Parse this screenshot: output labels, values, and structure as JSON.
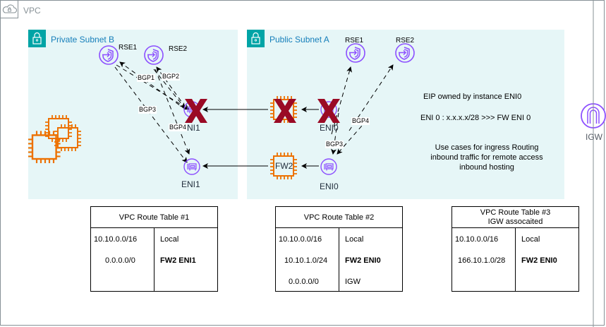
{
  "vpc": {
    "label": "VPC",
    "icon": "cloud-lock-icon"
  },
  "subnets": {
    "private_b": {
      "label": "Private Subnet B",
      "icon": "lock-icon"
    },
    "public_a": {
      "label": "Public Subnet A",
      "icon": "lock-icon"
    }
  },
  "nodes": {
    "private_rse1": "RSE1",
    "private_rse2": "RSE2",
    "private_eni1_failed": "ENI1",
    "private_eni1": "ENI1",
    "public_rse1": "RSE1",
    "public_rse2": "RSE2",
    "public_eni0_failed": "ENI0",
    "public_eni0": "ENI0",
    "fw2": "FW2",
    "igw": "IGW"
  },
  "bgp_labels": {
    "private_bgp1": "BGP1",
    "private_bgp2": "BGP2",
    "private_bgp3": "BGP3",
    "private_bgp4": "BGP4",
    "public_bgp3": "BGP3",
    "public_bgp4": "BGP4"
  },
  "notes": {
    "eip": "EIP  owned by instance ENI0",
    "eni0": "ENI 0 : x.x.x.x/28  >>> FW ENI 0",
    "use_cases_line1": "Use cases for ingress Routing",
    "use_cases_line2": "inbound traffic for remote access",
    "use_cases_line3": "inbound hosting"
  },
  "route_tables": [
    {
      "title_line1": "VPC Route Table #1",
      "title_line2": "",
      "rows": [
        {
          "destination": "10.10.0.0/16",
          "target": "Local",
          "bold": false
        },
        {
          "destination": "0.0.0.0/0",
          "target": "FW2 ENI1",
          "bold": true
        }
      ]
    },
    {
      "title_line1": "VPC Route Table #2",
      "title_line2": "",
      "rows": [
        {
          "destination": "10.10.0.0/16",
          "target": "Local",
          "bold": false
        },
        {
          "destination": "10.10.1.0/24",
          "target": "FW2 ENI0",
          "bold": true
        },
        {
          "destination": "0.0.0.0/0",
          "target": "IGW",
          "bold": false
        }
      ]
    },
    {
      "title_line1": "VPC Route Table #3",
      "title_line2": "IGW assocaited",
      "rows": [
        {
          "destination": "10.10.0.0/16",
          "target": "Local",
          "bold": false
        },
        {
          "destination": "166.10.1.0/28",
          "target": "FW2 ENI0",
          "bold": true
        }
      ]
    }
  ],
  "colors": {
    "subnet_bg": "#e6f6f7",
    "subnet_icon": "#00a4a6",
    "subnet_label": "#147eba",
    "router_purple": "#8c4fff",
    "ec2_orange": "#ed7100",
    "failure_x": "#9a0a25"
  }
}
